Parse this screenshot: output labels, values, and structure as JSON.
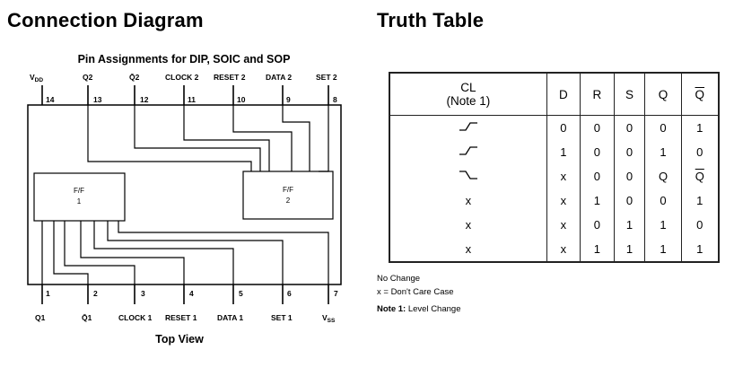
{
  "connection_title": "Connection Diagram",
  "pin_assignment_title": "Pin Assignments for DIP, SOIC and SOP",
  "view_label": "Top View",
  "top_pins": [
    {
      "num": "14",
      "label": "VDD"
    },
    {
      "num": "13",
      "label": "Q2"
    },
    {
      "num": "12",
      "label": "Q̄2"
    },
    {
      "num": "11",
      "label": "CLOCK 2"
    },
    {
      "num": "10",
      "label": "RESET 2"
    },
    {
      "num": "9",
      "label": "DATA 2"
    },
    {
      "num": "8",
      "label": "SET 2"
    }
  ],
  "bottom_pins": [
    {
      "num": "1",
      "label": "Q1"
    },
    {
      "num": "2",
      "label": "Q̄1"
    },
    {
      "num": "3",
      "label": "CLOCK 1"
    },
    {
      "num": "4",
      "label": "RESET 1"
    },
    {
      "num": "5",
      "label": "DATA 1"
    },
    {
      "num": "6",
      "label": "SET 1"
    },
    {
      "num": "7",
      "label": "VSS"
    }
  ],
  "ff1": {
    "line1": "F/F",
    "line2": "1"
  },
  "ff2": {
    "line1": "F/F",
    "line2": "2"
  },
  "truth_table_title": "Truth Table",
  "truth_table": {
    "headers": [
      "CL\n(Note 1)",
      "D",
      "R",
      "S",
      "Q",
      "Q̄"
    ],
    "rows": [
      [
        "rising-edge-icon",
        "0",
        "0",
        "0",
        "0",
        "1"
      ],
      [
        "rising-edge-icon",
        "1",
        "0",
        "0",
        "1",
        "0"
      ],
      [
        "falling-edge-icon",
        "x",
        "0",
        "0",
        "Q",
        "Q̄"
      ],
      [
        "x",
        "x",
        "1",
        "0",
        "0",
        "1"
      ],
      [
        "x",
        "x",
        "0",
        "1",
        "1",
        "0"
      ],
      [
        "x",
        "x",
        "1",
        "1",
        "1",
        "1"
      ]
    ]
  },
  "notes": {
    "no_change": "No Change",
    "dont_care": "x = Don't Care Case",
    "note1_label": "Note 1:",
    "note1_text": "Level Change"
  }
}
